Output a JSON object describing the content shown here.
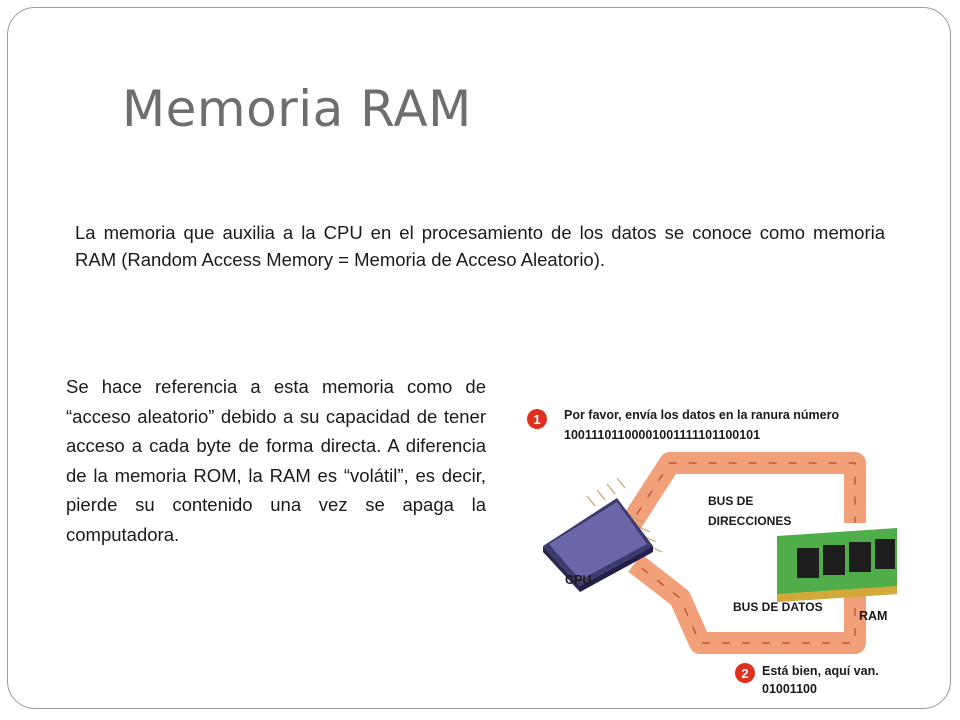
{
  "slide": {
    "title": "Memoria RAM",
    "intro": "La memoria que auxilia a la CPU en el procesamiento de los datos se conoce como memoria RAM (Random Access Memory = Memoria de Acceso Aleatorio).",
    "body": "Se hace referencia a esta memoria como de “acceso aleatorio” debido a su capacidad de tener acceso a cada byte de forma directa. A diferencia de la memoria ROM, la RAM es “volátil”, es decir, pierde su contenido una vez se apaga la computadora."
  },
  "diagram": {
    "step1_number": "1",
    "step1_text": "Por favor, envía los datos en la ranura número",
    "step1_address": "10011101100001001111101100101",
    "step2_number": "2",
    "step2_text": "Está bien, aquí van.",
    "step2_data": "01001100",
    "bus_address_line1": "BUS DE",
    "bus_address_line2": "DIRECCIONES",
    "bus_data": "BUS DE DATOS",
    "cpu_label": "CPU",
    "ram_label": "RAM"
  },
  "colors": {
    "title": "#6e6e6e",
    "text": "#1a1a1a",
    "badge": "#e0301e",
    "bus": "#f2a07a",
    "ram_board": "#4fae4a",
    "cpu_chip": "#6a66a8"
  }
}
